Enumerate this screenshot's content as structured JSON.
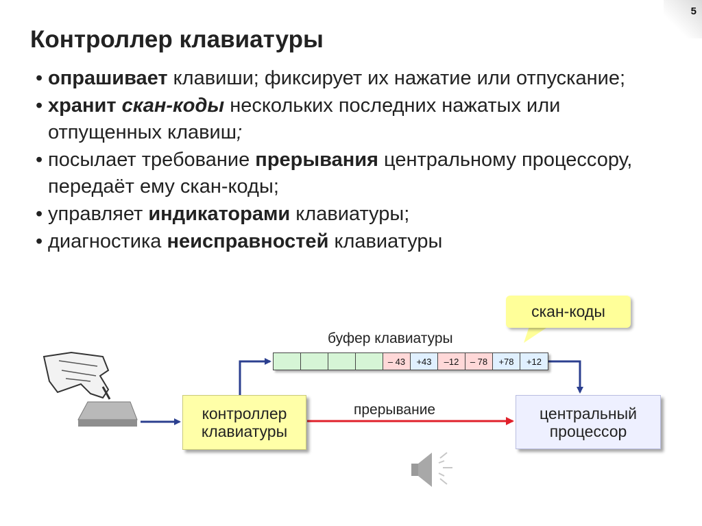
{
  "page_number": "5",
  "title": "Контроллер клавиатуры",
  "bullets": [
    {
      "segments": [
        {
          "text": "опрашивает",
          "bold": true
        },
        {
          "text": " клавиши; фиксирует их нажатие или отпускание;"
        }
      ]
    },
    {
      "segments": [
        {
          "text": "хранит ",
          "bold": true
        },
        {
          "text": "скан-коды",
          "bold": true,
          "italic": true
        },
        {
          "text": " нескольких последних нажатых или отпущенных клавиш"
        },
        {
          "text": ";",
          "italic": true
        }
      ]
    },
    {
      "segments": [
        {
          "text": "посылает требование "
        },
        {
          "text": "прерывания",
          "bold": true
        },
        {
          "text": " центральному процессору, передаёт ему скан-коды;"
        }
      ]
    },
    {
      "segments": [
        {
          "text": " управляет "
        },
        {
          "text": "индикаторами",
          "bold": true
        },
        {
          "text": " клавиатуры;"
        }
      ]
    },
    {
      "segments": [
        {
          "text": "диагностика "
        },
        {
          "text": "неисправностей",
          "bold": true
        },
        {
          "text": " клавиатуры"
        }
      ]
    }
  ],
  "diagram": {
    "callout": "скан-коды",
    "buffer_label": "буфер клавиатуры",
    "buffer_cells": [
      "",
      "",
      "",
      "",
      "– 43",
      "+43",
      "–12",
      "– 78",
      "+78",
      "+12"
    ],
    "controller_label": "контроллер клавиатуры",
    "cpu_label": "центральный процессор",
    "interrupt_label": "прерывание"
  },
  "colors": {
    "controller_box": "#ffffa8",
    "cpu_box": "#eef0ff",
    "callout": "#ffff99",
    "data_arrow": "#2b3f8f",
    "interrupt_arrow": "#e0202a",
    "buffer_empty": "#d6f5d6",
    "buffer_negative": "#ffd8d8",
    "buffer_positive": "#e0f0ff"
  },
  "icons": [
    "hand-pressing-key-icon",
    "key-icon",
    "speaker-icon"
  ]
}
